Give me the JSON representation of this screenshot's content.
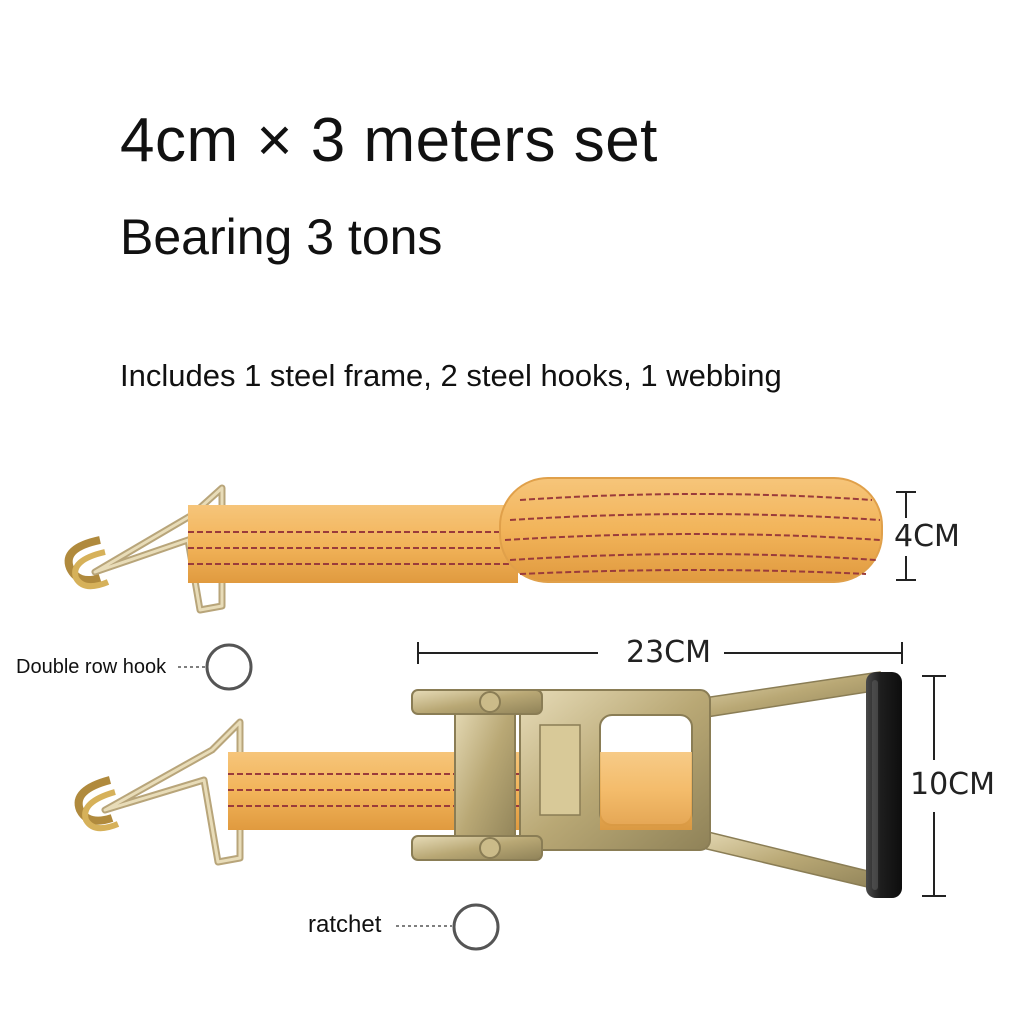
{
  "header": {
    "title": "4cm × 3 meters set",
    "subtitle": "Bearing 3 tons"
  },
  "description": "Includes 1 steel frame, 2 steel hooks, 1 webbing",
  "dimensions": {
    "width": "4CM",
    "length": "23CM",
    "height": "10CM"
  },
  "callouts": {
    "hook": "Double row hook",
    "ratchet": "ratchet"
  },
  "colors": {
    "webbing": "#f2b45a",
    "stripe": "#9a3b3b",
    "steel": "#c9b98a",
    "handle": "#1e1e1e"
  }
}
